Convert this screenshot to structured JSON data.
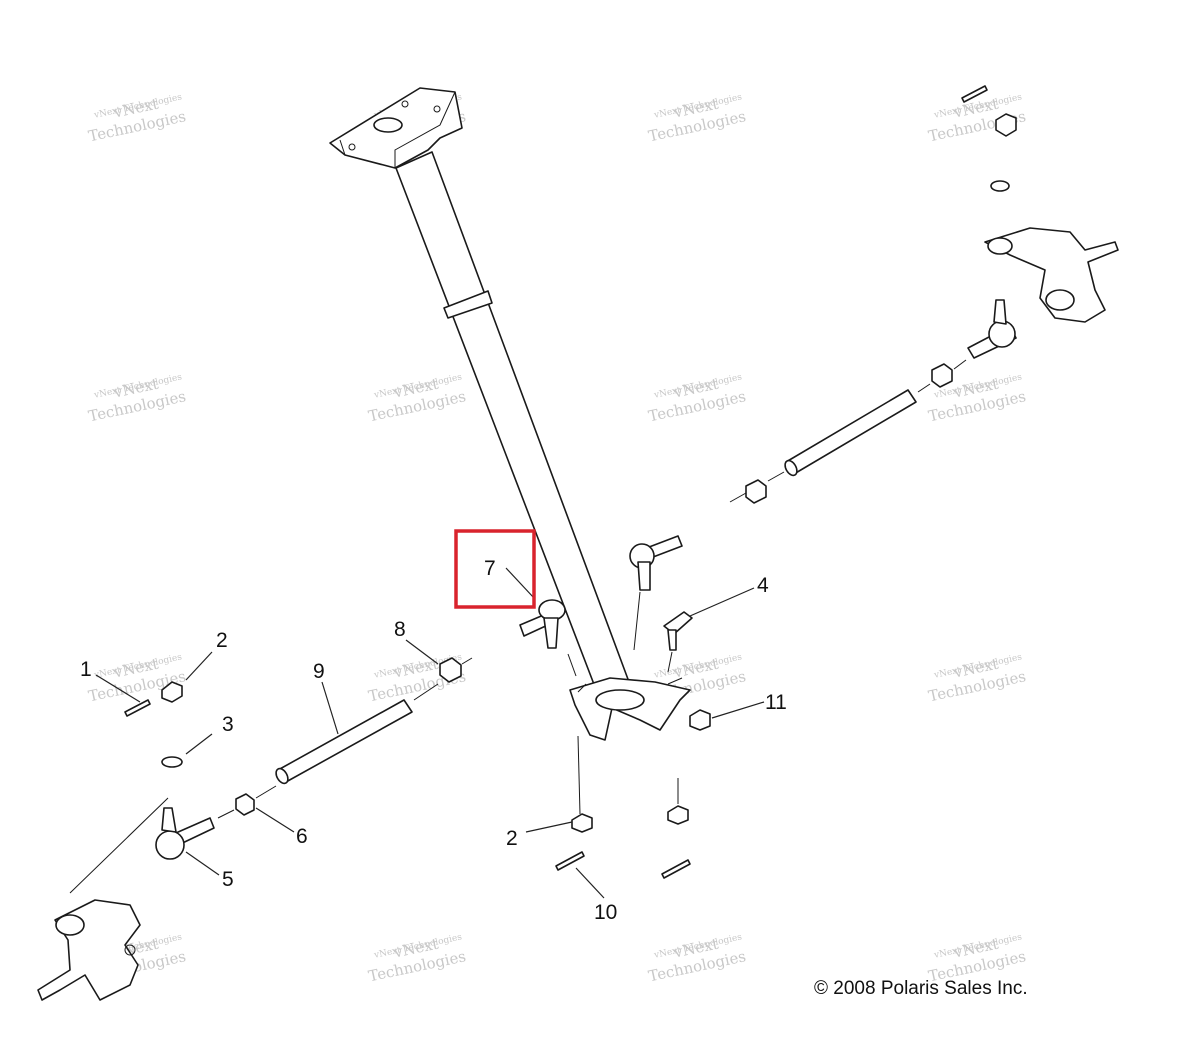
{
  "diagram": {
    "callouts": {
      "c1": "1",
      "c2a": "2",
      "c2b": "2",
      "c3": "3",
      "c4": "4",
      "c5": "5",
      "c6": "6",
      "c7": "7",
      "c8": "8",
      "c9": "9",
      "c10": "10",
      "c11": "11"
    },
    "highlight_color": "#d9232d",
    "copyright": "© 2008 Polaris Sales Inc.",
    "watermark": {
      "line_small": "vNext Technologies",
      "line_big_1": "vNext",
      "line_big_2": "Technologies"
    }
  }
}
